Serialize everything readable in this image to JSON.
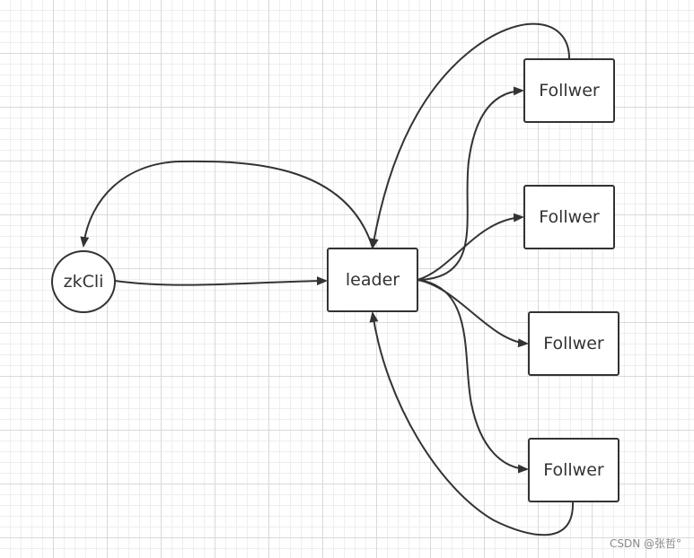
{
  "nodes": {
    "client": "zkCli",
    "leader": "leader",
    "followers": [
      "Follwer",
      "Follwer",
      "Follwer",
      "Follwer"
    ]
  },
  "watermark": "CSDN @张哲°"
}
